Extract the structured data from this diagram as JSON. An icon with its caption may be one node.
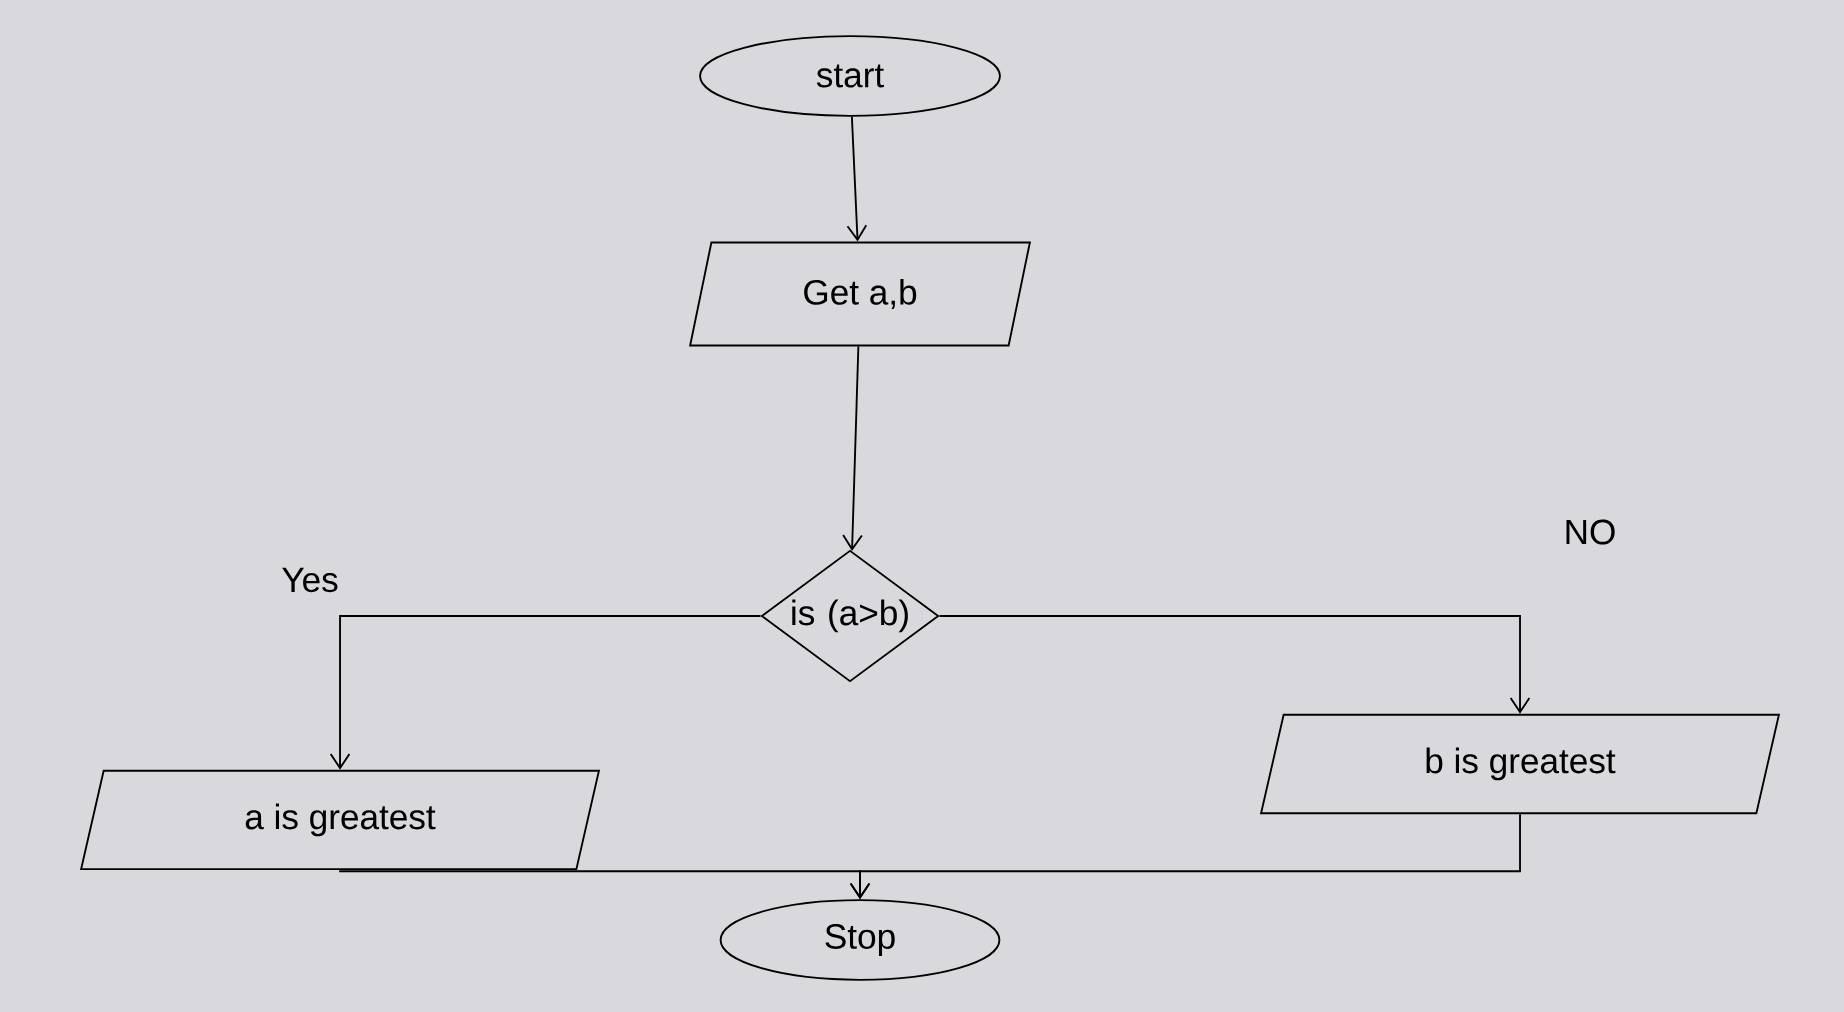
{
  "diagram": {
    "nodes": [
      {
        "text": [
          "start"
        ]
      },
      {
        "text": [
          "Get a,b"
        ]
      },
      {
        "text": [
          "is (a>b)"
        ]
      },
      {
        "text": [
          "a is greatest"
        ]
      },
      {
        "text": [
          "b is greatest"
        ]
      },
      {
        "text": [
          "Stop"
        ]
      }
    ],
    "edges": [
      {
        "from": 0,
        "to": 1,
        "arrow": "to"
      },
      {
        "from": 1,
        "to": 2,
        "arrow": "to"
      },
      {
        "from": 2,
        "to": 3,
        "arrow": "to",
        "label": "Yes"
      },
      {
        "from": 2,
        "to": 4,
        "arrow": "to",
        "label": "NO"
      },
      {
        "from": 3,
        "to": 5,
        "arrow": "to"
      },
      {
        "from": 4,
        "to": 5,
        "arrow": "to"
      }
    ]
  }
}
